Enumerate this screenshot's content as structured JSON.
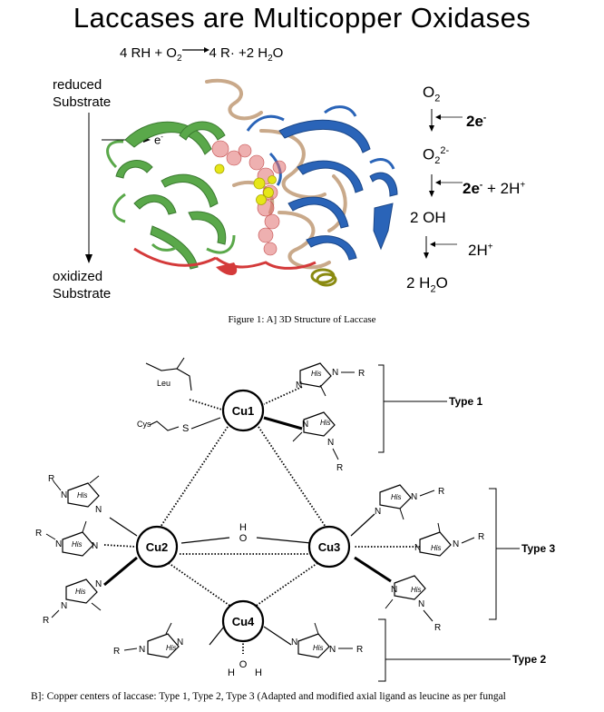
{
  "title": "Laccases are Multicopper Oxidases",
  "panelA": {
    "equation": {
      "lhs": "4  RH   + O",
      "sub_o2": "2",
      "rhs": "4 R· +2 H",
      "sub_h2o": "2",
      "tail": "O"
    },
    "reduced_label": [
      "reduced",
      "Substrate"
    ],
    "oxidized_label": [
      "oxidized",
      "Substrate"
    ],
    "electron_label": "e",
    "electron_sup": "-",
    "reaction_steps": {
      "o2": "O",
      "o2_sub": "2",
      "step1": "2e",
      "step1_sup": "-",
      "o2_2m": "O",
      "o2_2m_sub": "2",
      "o2_2m_sup": "2-",
      "step2": "2e",
      "step2_sup": "-",
      "step2_tail": " + 2H",
      "step2_tail_sup": "+",
      "oh": "2 OH",
      "step3": "2H",
      "step3_sup": "+",
      "h2o": "2 H",
      "h2o_sub": "2",
      "h2o_tail": "O"
    },
    "caption": "Figure 1: A] 3D Structure of Laccase"
  },
  "panelB": {
    "cu_centers": [
      "Cu1",
      "Cu2",
      "Cu3",
      "Cu4"
    ],
    "ligands": {
      "leu": "Leu",
      "cys": "Cys",
      "s": "S",
      "his": "His",
      "n": "N",
      "r": "R",
      "h": "H",
      "o": "O"
    },
    "types": [
      "Type 1",
      "Type 3",
      "Type 2"
    ],
    "caption": "B]: Copper centers of laccase: Type 1, Type 2, Type 3 (Adapted and modified axial ligand as leucine as per fungal"
  },
  "colors": {
    "green": "#5aa84a",
    "blue": "#2a64b8",
    "tan": "#c9a98a",
    "red": "#d43a3a",
    "yellow": "#e6e619"
  }
}
